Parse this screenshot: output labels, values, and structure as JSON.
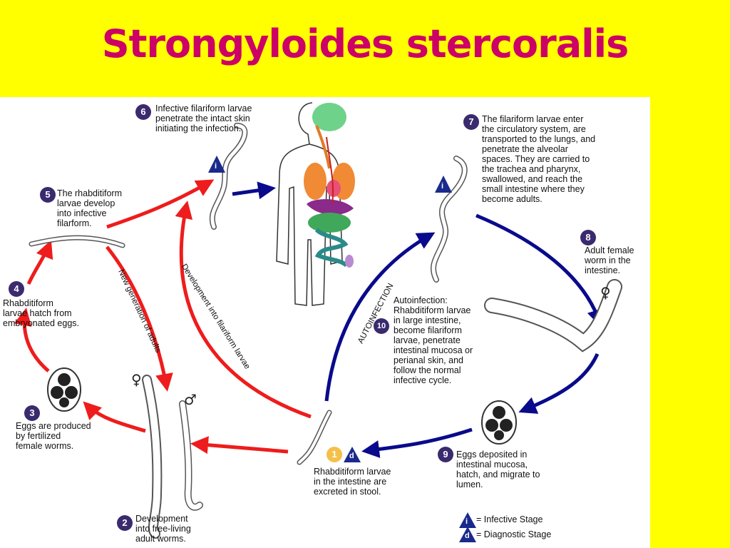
{
  "title": "Strongyloides stercoralis",
  "colors": {
    "title": "#cc0066",
    "background": "#ffff00",
    "free_living_cycle": "#ee1c1c",
    "parasitic_cycle": "#0a0a8c"
  },
  "steps": [
    {
      "num": "1",
      "text": [
        "Rhabditiform larvae",
        "in the intestine are",
        "excreted in stool."
      ]
    },
    {
      "num": "2",
      "text": [
        "Development",
        "into free-living",
        "adult worms."
      ]
    },
    {
      "num": "3",
      "text": [
        "Eggs are produced",
        "by fertilized",
        "female worms."
      ]
    },
    {
      "num": "4",
      "text": [
        "Rhabditiform",
        "larvae hatch from",
        "embryonated eggs."
      ]
    },
    {
      "num": "5",
      "text": [
        "The rhabditiform",
        "larvae develop",
        "into infective",
        "filarform."
      ]
    },
    {
      "num": "6",
      "text": [
        "Infective filariform larvae",
        "penetrate the intact skin",
        "initiating the infection."
      ]
    },
    {
      "num": "7",
      "text": [
        "The filariform larvae enter",
        "the circulatory system, are",
        "transported to the lungs, and",
        "penetrate the alveolar",
        "spaces.  They are carried to",
        "the trachea and pharynx,",
        "swallowed, and reach the",
        "small intestine where they",
        "become adults."
      ]
    },
    {
      "num": "8",
      "text": [
        "Adult female",
        "worm in the",
        "intestine."
      ]
    },
    {
      "num": "9",
      "text": [
        "Eggs deposited in",
        "intestinal mucosa,",
        "hatch, and migrate to",
        "lumen."
      ]
    },
    {
      "num": "10",
      "text": [
        "Autoinfection:",
        "Rhabditiform larvae",
        "in large intestine,",
        "become filariform",
        "larvae, penetrate",
        "intestinal mucosa or",
        "perianal skin, and",
        "follow the normal",
        "infective cycle."
      ]
    }
  ],
  "arrow_labels": {
    "new_generation": "New generation of adults",
    "development_filariform": "Development into filariform larvae",
    "autoinfection": "AUTOINFECTION"
  },
  "symbols": {
    "female": "♀",
    "male": "♂"
  },
  "legend": [
    {
      "icon": "i",
      "text": "= Infective Stage"
    },
    {
      "icon": "d",
      "text": "= Diagnostic Stage"
    }
  ]
}
